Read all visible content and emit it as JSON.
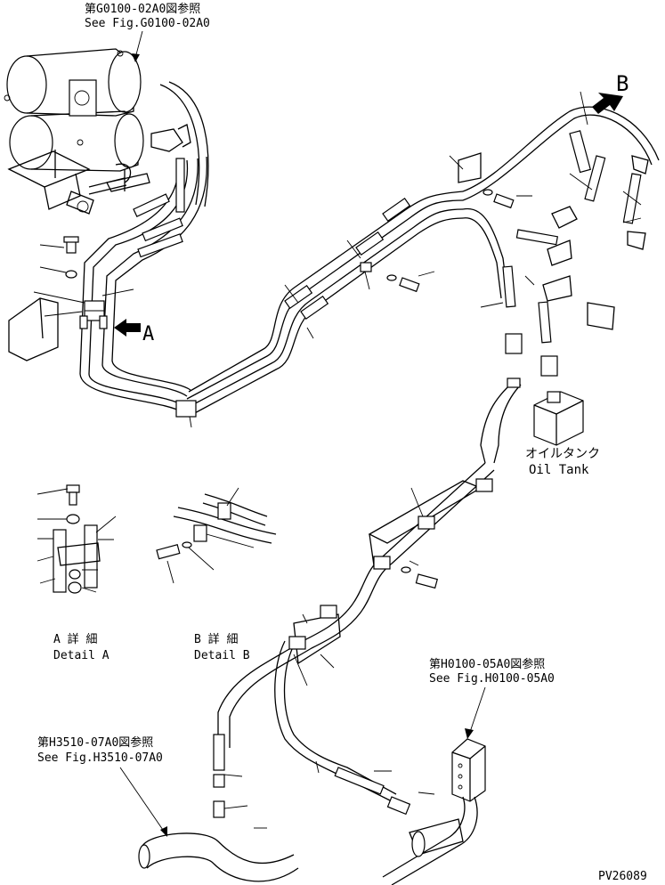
{
  "references": {
    "top_jp": "第G0100-02A0図参照",
    "top_en": "See Fig.G0100-02A0",
    "right_jp": "第H0100-05A0図参照",
    "right_en": "See Fig.H0100-05A0",
    "left_jp": "第H3510-07A0図参照",
    "left_en": "See Fig.H3510-07A0"
  },
  "view_markers": {
    "a": "A",
    "b": "B"
  },
  "oil_tank": {
    "jp": "オイルタンク",
    "en": "Oil Tank"
  },
  "details": {
    "a_jp": "A 詳 細",
    "a_en": "Detail A",
    "b_jp": "B 詳 細",
    "b_en": "Detail B"
  },
  "drawing_id": "PV26089"
}
